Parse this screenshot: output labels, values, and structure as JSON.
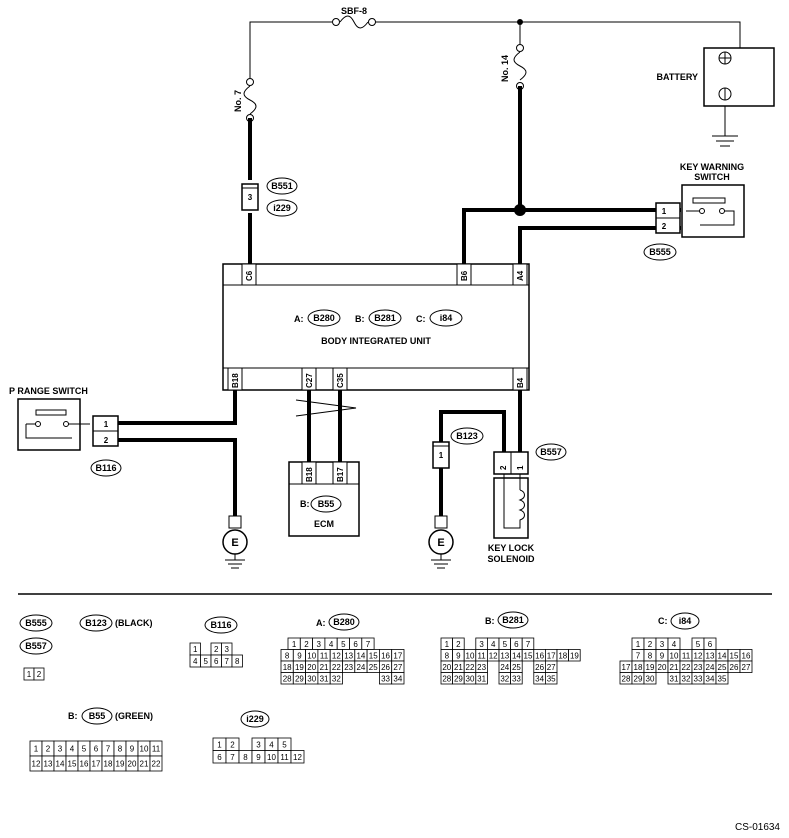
{
  "fuses": {
    "main": "SBF-8",
    "f7": "No. 7",
    "f14": "No. 14"
  },
  "battery": "BATTERY",
  "key_warning_switch": {
    "line1": "KEY WARNING",
    "line2": "SWITCH",
    "pin1": "1",
    "pin2": "2"
  },
  "biu": {
    "name": "BODY INTEGRATED UNIT",
    "conn_a_prefix": "A:",
    "conn_a": "B280",
    "conn_b_prefix": "B:",
    "conn_b": "B281",
    "conn_c_prefix": "C:",
    "conn_c": "i84",
    "top_pins": [
      "C6",
      "B6",
      "A4"
    ],
    "bottom_pins": [
      "B18",
      "C27",
      "C35",
      "B4"
    ]
  },
  "connectors": {
    "b551": "B551",
    "i229": "i229",
    "b555": "B555",
    "b116": "B116",
    "b123": "B123",
    "b557": "B557",
    "b55": "B55"
  },
  "p_range_switch": {
    "name": "P RANGE SWITCH",
    "pin1": "1",
    "pin2": "2"
  },
  "ecm": {
    "prefix": "B:",
    "conn": "B55",
    "name": "ECM",
    "pins": [
      "B18",
      "B17"
    ]
  },
  "key_lock_solenoid": {
    "line1": "KEY LOCK",
    "line2": "SOLENOID",
    "pins": [
      "2",
      "1"
    ]
  },
  "ground": "E",
  "pin_labels": {
    "b551": "3",
    "b123": "1"
  },
  "legend": {
    "b123_title": "B123",
    "b123_suffix": "(BLACK)",
    "b55_prefix": "B:",
    "b55_title": "B55",
    "b55_suffix": "(GREEN)",
    "a_prefix": "A:",
    "b_prefix": "B:",
    "c_prefix": "C:"
  },
  "tables": {
    "t12": [
      [
        "1",
        "2"
      ]
    ],
    "t116": [
      [
        "1",
        "",
        "2",
        "3"
      ],
      [
        "4",
        "5",
        "6",
        "7",
        "8"
      ]
    ],
    "tA": [
      [
        "1",
        "2",
        "3",
        "4",
        "5",
        "6",
        "7"
      ],
      [
        "8",
        "9",
        "10",
        "11",
        "12",
        "13",
        "14",
        "15",
        "16",
        "17"
      ],
      [
        "18",
        "19",
        "20",
        "21",
        "22",
        "23",
        "24",
        "25",
        "26",
        "27"
      ],
      [
        "28",
        "29",
        "30",
        "31",
        "32",
        "",
        "",
        "",
        "33",
        "34"
      ]
    ],
    "tB": [
      [
        "1",
        "2",
        "",
        "3",
        "4",
        "5",
        "6",
        "7"
      ],
      [
        "8",
        "9",
        "10",
        "11",
        "12",
        "13",
        "14",
        "15",
        "16",
        "17",
        "18",
        "19"
      ],
      [
        "20",
        "21",
        "22",
        "23",
        "",
        "24",
        "25",
        "",
        "26",
        "27"
      ],
      [
        "28",
        "29",
        "30",
        "31",
        "",
        "32",
        "33",
        "",
        "34",
        "35"
      ]
    ],
    "tC": [
      [
        "1",
        "2",
        "3",
        "4",
        "",
        "5",
        "6"
      ],
      [
        "7",
        "8",
        "9",
        "10",
        "11",
        "12",
        "13",
        "14",
        "15",
        "16"
      ],
      [
        "17",
        "18",
        "19",
        "20",
        "21",
        "22",
        "23",
        "24",
        "25",
        "26",
        "27"
      ],
      [
        "28",
        "29",
        "30",
        "",
        "31",
        "32",
        "33",
        "34",
        "35"
      ]
    ],
    "tB55": [
      [
        "1",
        "2",
        "3",
        "4",
        "5",
        "6",
        "7",
        "8",
        "9",
        "10",
        "11"
      ],
      [
        "12",
        "13",
        "14",
        "15",
        "16",
        "17",
        "18",
        "19",
        "20",
        "21",
        "22"
      ]
    ],
    "tI229": [
      [
        "1",
        "2",
        "",
        "3",
        "4",
        "5"
      ],
      [
        "6",
        "7",
        "8",
        "9",
        "10",
        "11",
        "12"
      ]
    ]
  },
  "figure_code": "CS-01634"
}
